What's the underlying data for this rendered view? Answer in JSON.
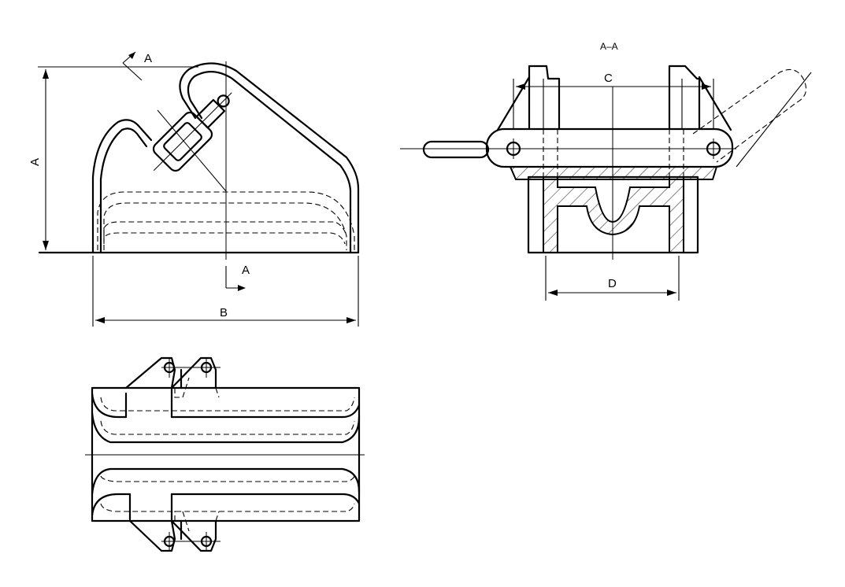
{
  "drawing": {
    "section_title": "A–A",
    "section_mark_top": "A",
    "section_mark_bottom": "A",
    "dim_height": "A",
    "dim_width": "B",
    "dim_outer": "C",
    "dim_inner": "D"
  },
  "colors": {
    "line": "#000000",
    "background": "#ffffff"
  }
}
